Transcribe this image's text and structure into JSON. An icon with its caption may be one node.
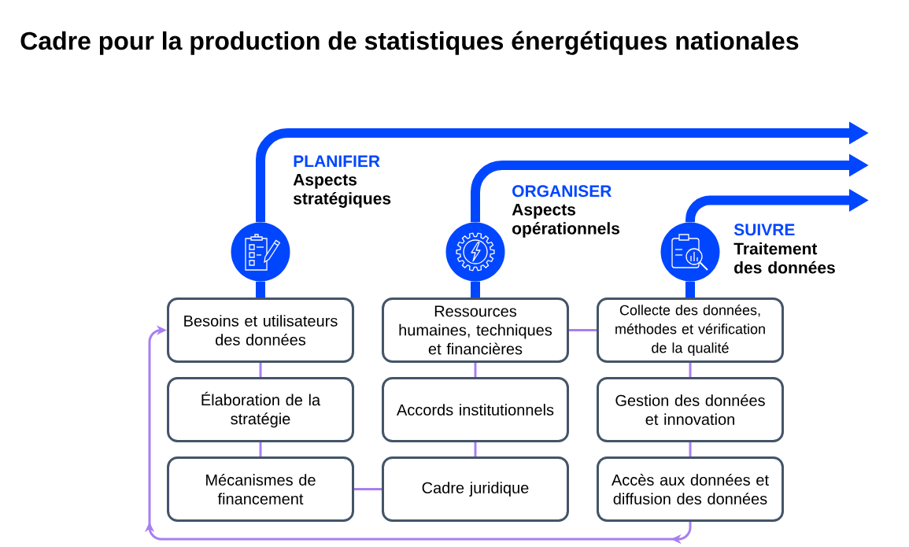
{
  "diagram": {
    "title": "Cadre pour la production de statistiques énergétiques nationales",
    "nodes": [
      {
        "text": [],
        "shape": "circle",
        "beside": [
          "PLANIFIER",
          "Aspects stratégiques"
        ]
      },
      {
        "text": [],
        "shape": "circle",
        "beside": [
          "ORGANISER",
          "Aspects opérationnels"
        ]
      },
      {
        "text": [],
        "shape": "circle",
        "beside": [
          "SUIVRE",
          "Traitement des données"
        ]
      },
      {
        "text": [
          "Besoins et utilisateurs des données"
        ]
      },
      {
        "text": [
          "Élaboration de la stratégie"
        ]
      },
      {
        "text": [
          "Mécanismes de financement"
        ]
      },
      {
        "text": [
          "Ressources humaines, techniques et financières"
        ]
      },
      {
        "text": [
          "Accords institutionnels"
        ]
      },
      {
        "text": [
          "Cadre juridique"
        ]
      },
      {
        "text": [
          "Collecte des données, méthodes et vérification de la qualité"
        ]
      },
      {
        "text": [
          "Gestion des données et innovation"
        ]
      },
      {
        "text": [
          "Accès aux données et diffusion des données"
        ]
      }
    ],
    "edges": [
      {
        "from": 0,
        "to": null,
        "arrow": "to",
        "style": "thick",
        "color": "#0046ff"
      },
      {
        "from": 1,
        "to": null,
        "arrow": "to",
        "style": "thick",
        "color": "#0046ff"
      },
      {
        "from": 2,
        "to": null,
        "arrow": "to",
        "style": "thick",
        "color": "#0046ff"
      },
      {
        "from": 0,
        "to": 3,
        "arrow": "none",
        "style": "thick",
        "color": "#0046ff"
      },
      {
        "from": 1,
        "to": 6,
        "arrow": "none",
        "style": "thick",
        "color": "#0046ff"
      },
      {
        "from": 2,
        "to": 9,
        "arrow": "none",
        "style": "thick",
        "color": "#0046ff"
      },
      {
        "from": 3,
        "to": 4,
        "arrow": "none"
      },
      {
        "from": 4,
        "to": 5,
        "arrow": "none"
      },
      {
        "from": 5,
        "to": 8,
        "arrow": "none"
      },
      {
        "from": 8,
        "to": 7,
        "arrow": "none"
      },
      {
        "from": 7,
        "to": 6,
        "arrow": "none"
      },
      {
        "from": 6,
        "to": 9,
        "arrow": "none"
      },
      {
        "from": 9,
        "to": 10,
        "arrow": "none"
      },
      {
        "from": 10,
        "to": 11,
        "arrow": "none"
      },
      {
        "from": 11,
        "to": 3,
        "arrow": "to"
      }
    ]
  }
}
